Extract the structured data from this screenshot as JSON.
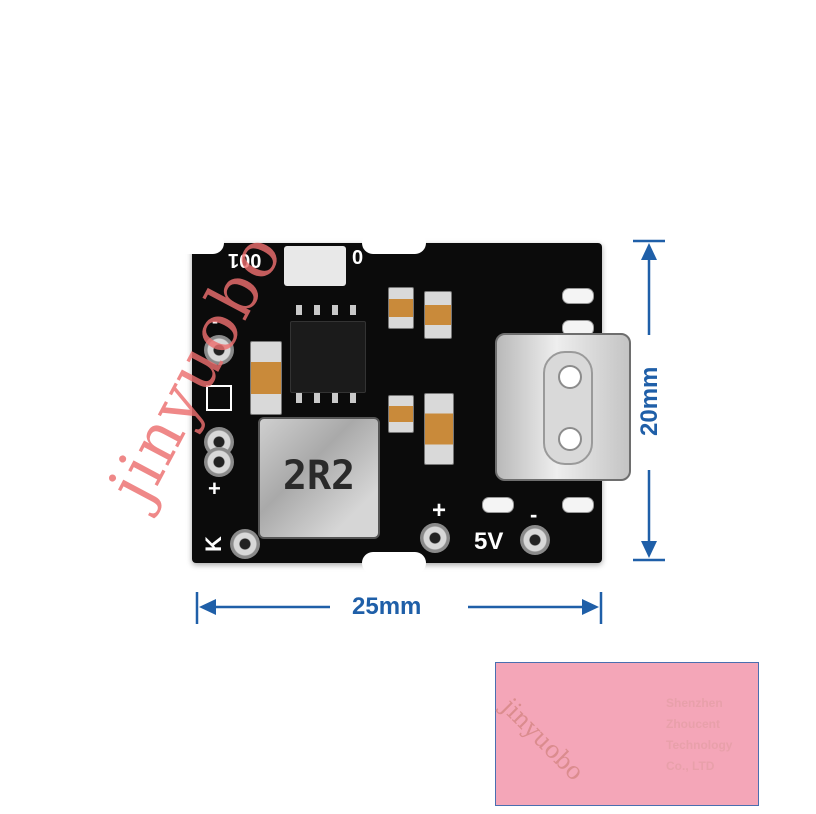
{
  "board": {
    "top_left_code": "001",
    "top_right_code": "0",
    "inductor_marking": "2R2",
    "usb_label": "5V",
    "plus_sign": "+",
    "minus_sign": "-",
    "k_label": "K"
  },
  "dimensions": {
    "height_label": "20mm",
    "width_label": "25mm",
    "line_color": "#1f5fa8"
  },
  "watermark": {
    "main_text": "jinyuobo",
    "stamp_text": "jinyuobo",
    "stamp_lines": [
      "Shenzhen",
      "Zhoucent",
      "Technology",
      "Co., LTD"
    ]
  },
  "icons": [
    "usb-c-connector-icon",
    "inductor-icon",
    "ic-chip-icon",
    "solder-pad-icon"
  ]
}
